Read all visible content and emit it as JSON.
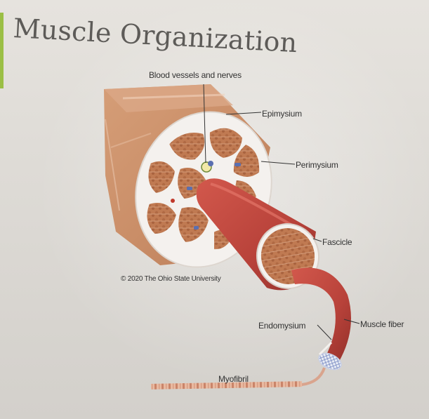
{
  "slide": {
    "title": "Muscle Organization",
    "accent_color": "#9bbf45"
  },
  "diagram": {
    "labels": {
      "blood_vessels": "Blood vessels and nerves",
      "epimysium": "Epimysium",
      "perimysium": "Perimysium",
      "fascicle": "Fascicle",
      "copyright": "© 2020 The Ohio State University",
      "endomysium": "Endomysium",
      "muscle_fiber": "Muscle fiber",
      "myofibril": "Myofibril"
    },
    "colors": {
      "muscle_tan": "#c98a62",
      "fascicle_red": "#b8423a",
      "connective_white": "#f4f1ee",
      "vessel_blue": "#5a6fb0"
    }
  }
}
